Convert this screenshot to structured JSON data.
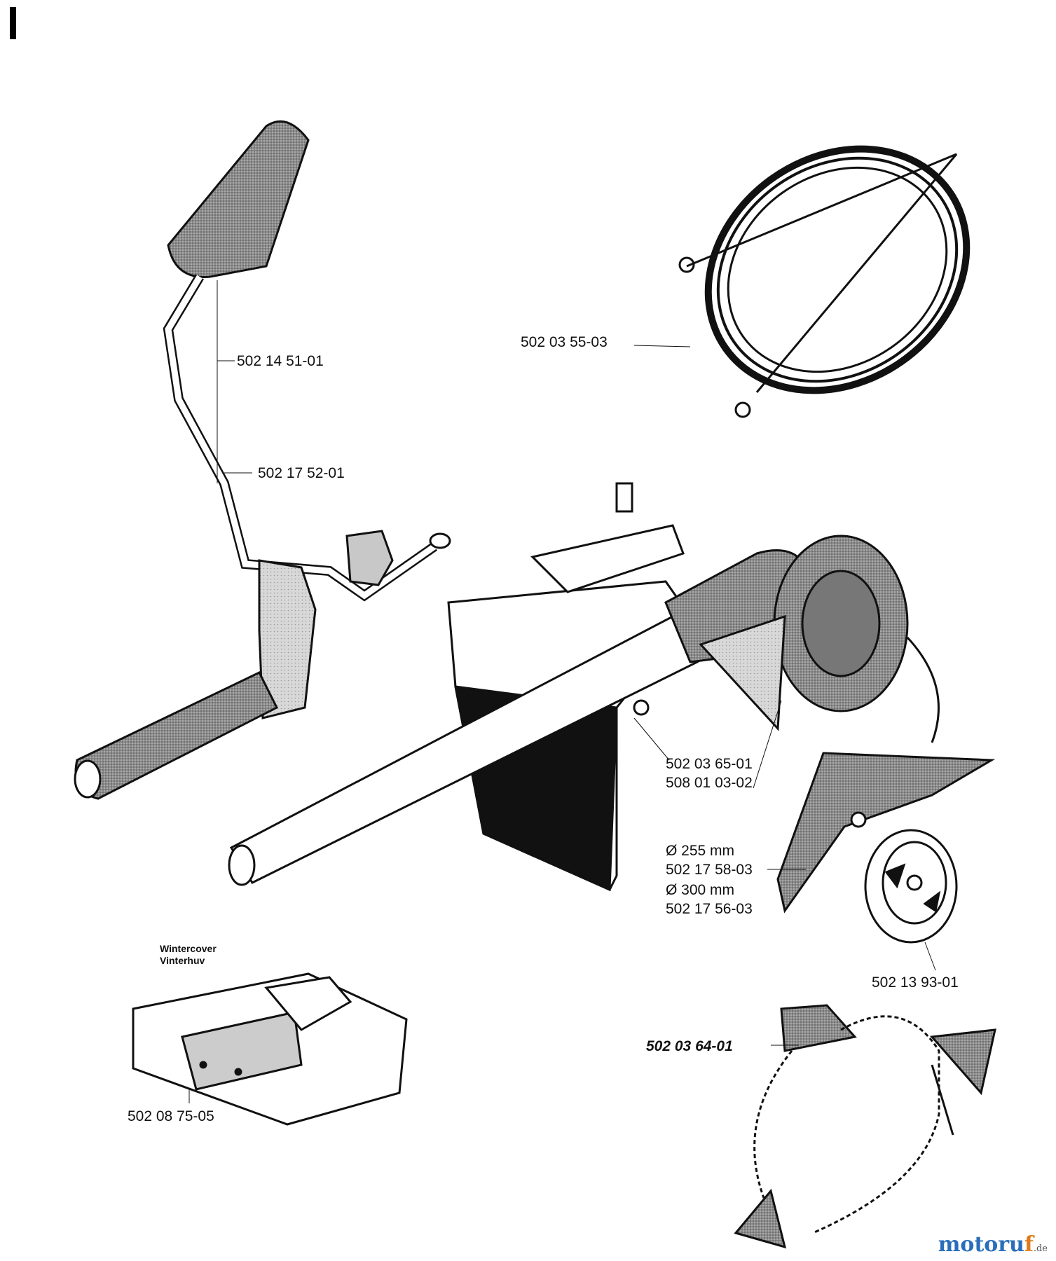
{
  "labels": {
    "handle_grip": "502 14 51-01",
    "handlebar": "502 17 52-01",
    "trimmer_line": "502 03 55-03",
    "screw_nut_1": "502 03 65-01",
    "screw_nut_2": "508 01 03-02",
    "blade_255_dim": "Ø 255 mm",
    "blade_255_pn": "502 17 58-03",
    "blade_300_dim": "Ø 300 mm",
    "blade_300_pn": "502 17 56-03",
    "spool": "502 13 93-01",
    "harness": "502 03 64-01",
    "wintercover_title_1": "Wintercover",
    "wintercover_title_2": "Vinterhuv",
    "wintercover_pn": "502 08 75-05"
  },
  "watermark": {
    "brand_main": "motoru",
    "brand_f": "f",
    "brand_tld": ".de"
  }
}
